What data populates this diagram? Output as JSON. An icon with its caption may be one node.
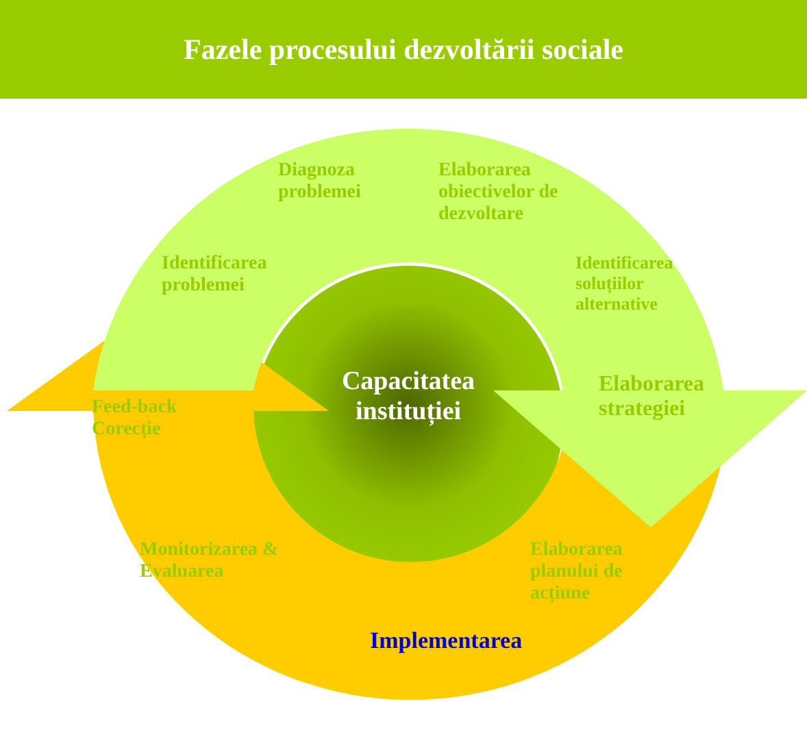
{
  "diagram": {
    "title": "Fazele procesului dezvoltării sociale",
    "nodes": [
      {
        "text": [
          "Identificarea problemei",
          "Diagnoza problemei",
          "Elaborarea obiectivelor de dezvoltare",
          "Identificarea soluțiilor alternative",
          "Elaborarea strategiei"
        ]
      },
      {
        "text": [
          "Elaborarea planului de acțiune",
          "Implementarea",
          "Monitorizarea & Evaluarea",
          "Feed-back Corecție"
        ]
      },
      {
        "text": [
          "Capacitatea instituției"
        ]
      }
    ],
    "edges": []
  }
}
